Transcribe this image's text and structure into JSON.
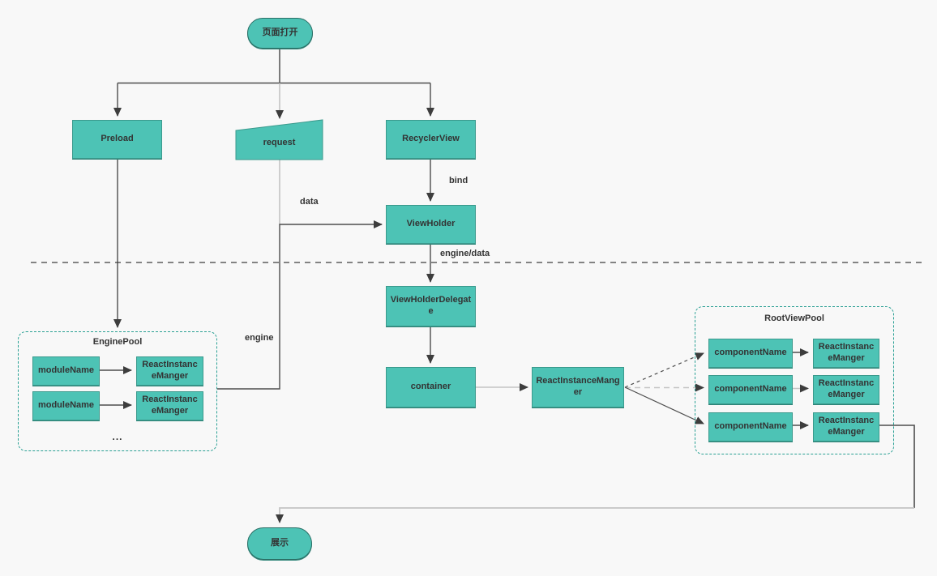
{
  "diagram": {
    "nodes": {
      "start": "页面打开",
      "preload": "Preload",
      "request": "request",
      "recycler_view": "RecyclerView",
      "view_holder": "ViewHolder",
      "view_holder_delegate": "ViewHolderDelegate",
      "container": "container",
      "react_instance_manager": "ReactInstanceManger",
      "end": "展示"
    },
    "edge_labels": {
      "bind": "bind",
      "data": "data",
      "engine": "engine",
      "engine_data": "engine/data"
    },
    "engine_pool": {
      "title": "EnginePool",
      "rows": [
        {
          "key": "moduleName",
          "value": "ReactInstanceManger"
        },
        {
          "key": "moduleName",
          "value": "ReactInstanceManger"
        }
      ],
      "ellipsis": "..."
    },
    "root_view_pool": {
      "title": "RootViewPool",
      "rows": [
        {
          "key": "componentName",
          "value": "ReactInstanceManger"
        },
        {
          "key": "componentName",
          "value": "ReactInstanceManger"
        },
        {
          "key": "componentName",
          "value": "ReactInstanceManger"
        }
      ]
    },
    "colors": {
      "node_fill": "#4dc3b5",
      "pool_border": "#2aa094",
      "edge_dark": "#4d4d4d",
      "edge_light": "#c4c4c4",
      "text": "#333333"
    }
  }
}
